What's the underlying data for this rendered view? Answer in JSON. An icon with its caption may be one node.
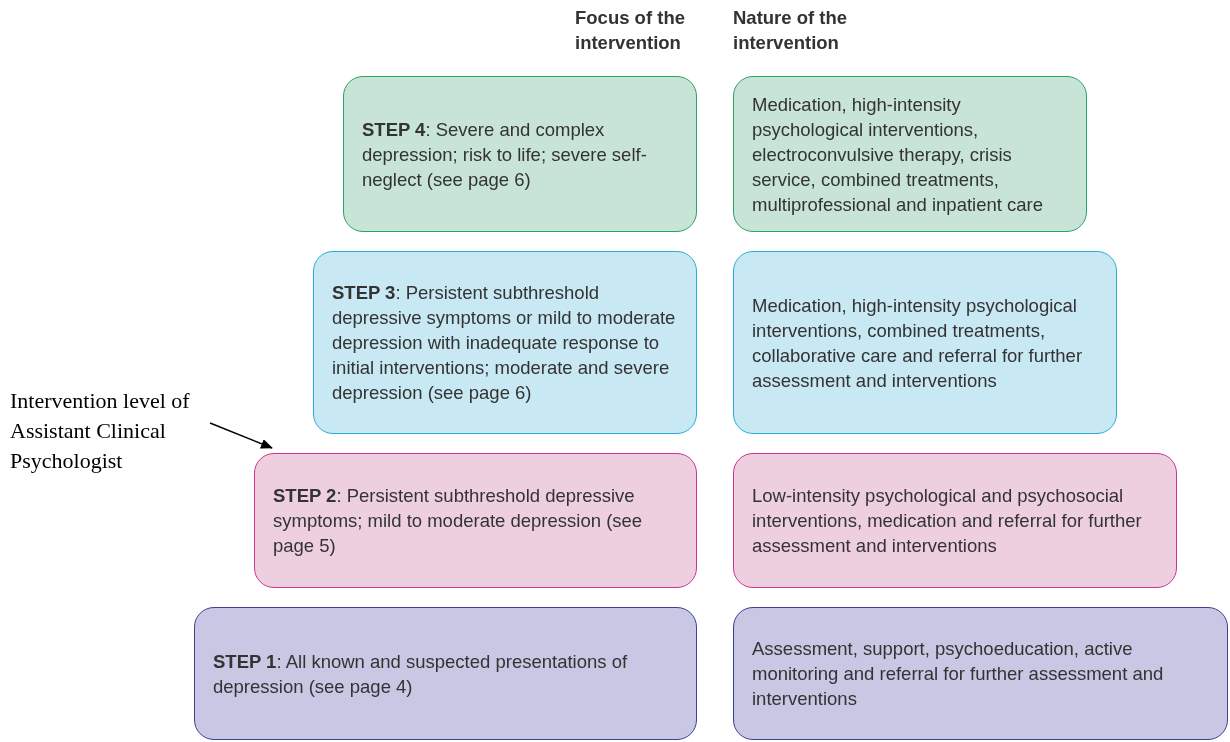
{
  "diagram": {
    "nodes": [
      {
        "text": [
          "**STEP 4**: Severe and complex depression; risk to life; severe self-neglect (see page 6)"
        ]
      },
      {
        "text": [
          "Medication, high-intensity psychological interventions, electroconvulsive therapy, crisis service, combined treatments, multiprofessional and inpatient care"
        ]
      },
      {
        "text": [
          "**STEP 3**: Persistent subthreshold depressive symptoms or mild to moderate depression with inadequate response to initial interventions; moderate and severe depression (see page 6)"
        ]
      },
      {
        "text": [
          "Medication, high-intensity psychological interventions, combined treatments, collaborative care and referral for further assessment and interventions"
        ]
      },
      {
        "text": [
          "Intervention level of Assistant Clinical Psychologist"
        ]
      },
      {
        "text": [
          "**STEP 2**: Persistent subthreshold depressive symptoms; mild to moderate depression (see page 5)"
        ]
      },
      {
        "text": [
          "Low-intensity psychological and psychosocial interventions, medication and referral for further assessment and interventions"
        ]
      },
      {
        "text": [
          "**STEP 1**: All known and suspected presentations of depression (see page 4)"
        ]
      },
      {
        "text": [
          "Assessment, support, psychoeducation, active monitoring and referral for further assessment and interventions"
        ]
      }
    ],
    "edges": [
      {
        "from": 4,
        "to": 5,
        "arrow": "to"
      }
    ],
    "labels": [
      "Focus of the intervention",
      "Nature of the intervention"
    ]
  }
}
